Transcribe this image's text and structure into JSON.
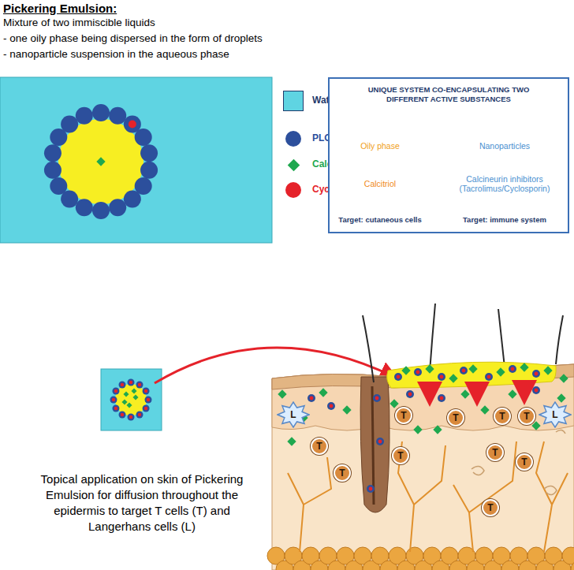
{
  "diagram": {
    "title": "Pickering Emulsion:",
    "nodes": [
      {
        "text": [
          "UNIQUE SYSTEM CO-ENCAPSULATING TWO DIFFERENT ACTIVE SUBSTANCES"
        ]
      },
      {
        "text": [
          "Oily phase"
        ],
        "in": 0
      },
      {
        "text": [
          "Nanoparticles"
        ],
        "in": 0
      },
      {
        "text": [
          "Calcitriol"
        ],
        "in": 0
      },
      {
        "text": [
          "Calcineurin inhibitors (Tacrolimus/Cyclosporin)"
        ],
        "in": 0
      },
      {
        "text": [
          "Target: cutaneous cells"
        ],
        "in": 0
      },
      {
        "text": [
          "Target: immune system"
        ],
        "in": 0
      },
      {
        "text": [
          "L"
        ]
      },
      {
        "text": [
          "T"
        ]
      },
      {
        "text": [
          "T"
        ]
      },
      {
        "text": [
          "T"
        ]
      },
      {
        "text": [
          "T"
        ]
      },
      {
        "text": [
          "L"
        ]
      },
      {
        "text": [
          "T"
        ]
      },
      {
        "text": [
          "T"
        ]
      },
      {
        "text": [
          "T"
        ]
      },
      {
        "text": [
          "T"
        ]
      },
      {
        "text": [
          "T"
        ]
      },
      {
        "text": [
          "T"
        ]
      }
    ],
    "edges": [
      {
        "from": 0,
        "to": 1,
        "arrow": "to"
      },
      {
        "from": 0,
        "to": 2,
        "arrow": "to"
      },
      {
        "from": 1,
        "to": 3,
        "arrow": "to"
      },
      {
        "from": 2,
        "to": 4,
        "arrow": "to"
      },
      {
        "from": 3,
        "to": 5,
        "arrow": "to"
      },
      {
        "from": 4,
        "to": 6,
        "arrow": "to"
      }
    ],
    "labels": [
      "Mixture of two immiscible liquids",
      "- one oily phase being dispersed in the form of droplets",
      "- nanoparticle suspension in the aqueous phase",
      "Topical application on skin of Pickering Emulsion for diffusion throughout the epidermis to target T cells (T) and Langerhans cells (L)"
    ],
    "legend": [
      {
        "text": "Water",
        "color": "#5fd4e2"
      },
      {
        "text": "PLGA NP",
        "color": "#2c4f9c"
      },
      {
        "text": "Calcitriol",
        "color": "#1fa84f"
      },
      {
        "text": "Cyclosporin A or Tacrolimus",
        "color": "#e5222a"
      }
    ]
  }
}
